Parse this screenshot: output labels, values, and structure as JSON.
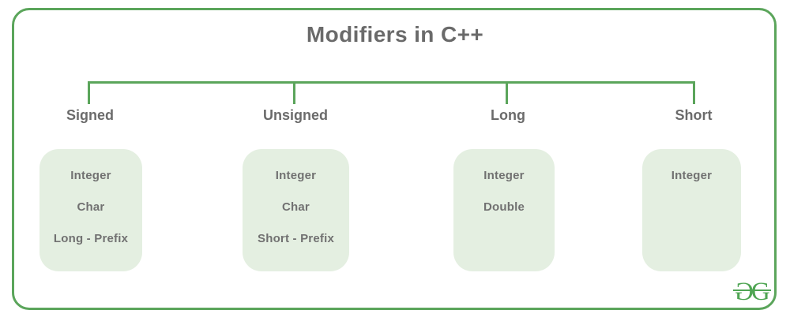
{
  "title": "Modifiers in C++",
  "groups": [
    {
      "label": "Signed",
      "items": [
        "Integer",
        "Char",
        "Long - Prefix"
      ]
    },
    {
      "label": "Unsigned",
      "items": [
        "Integer",
        "Char",
        "Short - Prefix"
      ]
    },
    {
      "label": "Long",
      "items": [
        "Integer",
        "Double"
      ]
    },
    {
      "label": "Short",
      "items": [
        "Integer"
      ]
    }
  ],
  "logo": {
    "left_glyph": "G",
    "right_glyph": "G"
  },
  "colors": {
    "line_green": "#5ba55b",
    "box_fill": "#e4efe1",
    "heading_gray": "#6a6a6a",
    "item_gray": "#717171",
    "logo_green": "#4fa553"
  }
}
